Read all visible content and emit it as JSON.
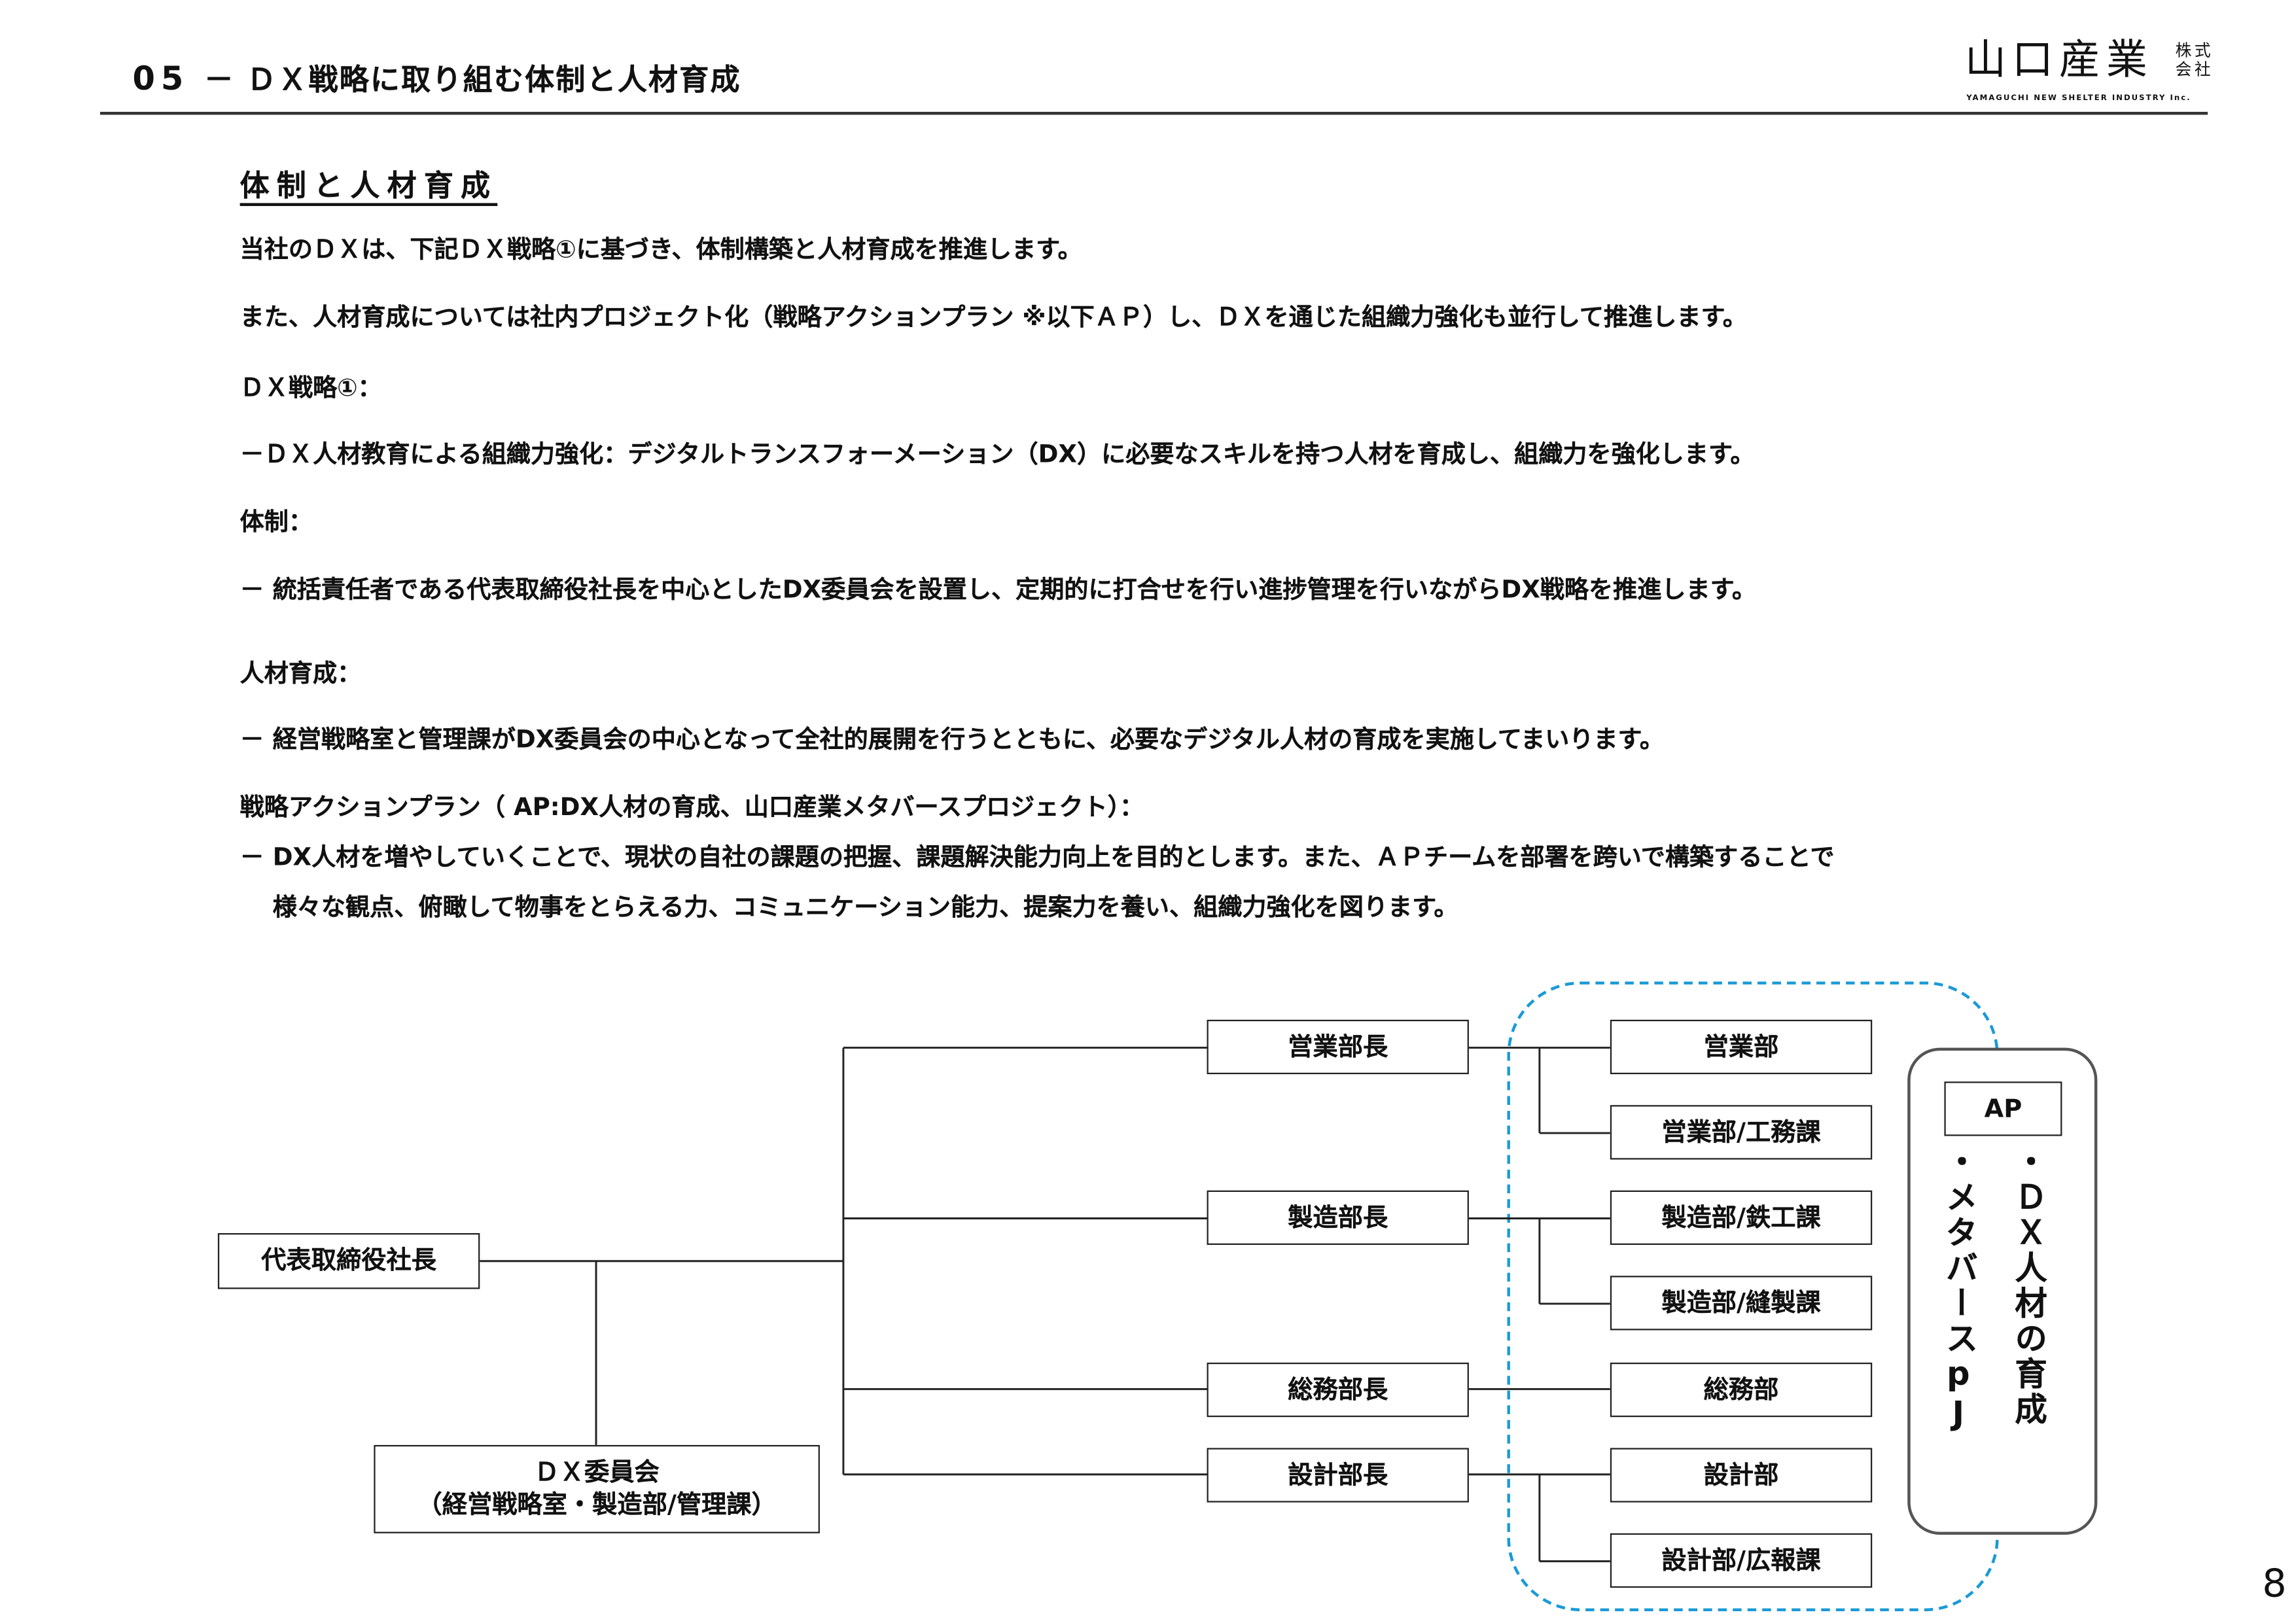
{
  "header": {
    "number": "05",
    "title": "－ ＤＸ戦略に取り組む体制と人材育成"
  },
  "logo": {
    "name": "山口産業",
    "kabushiki": "株式会社",
    "english": "YAMAGUCHI NEW SHELTER INDUSTRY Inc."
  },
  "section_title": "体制と人材育成",
  "body": [
    "当社のＤＸは、下記ＤＸ戦略①に基づき、体制構築と人材育成を推進します。",
    "また、人材育成については社内プロジェクト化（戦略アクションプラン ※以下ＡＰ）し、ＤＸを通じた組織力強化も並行して推進します。",
    "ＤＸ戦略①：",
    "－ＤＸ人材教育による組織力強化：デジタルトランスフォーメーション（DX）に必要なスキルを持つ人材を育成し、組織力を強化します。",
    "体制：",
    "－ 統括責任者である代表取締役社長を中心としたDX委員会を設置し、定期的に打合せを行い進捗管理を行いながらDX戦略を推進します。",
    "人材育成：",
    "－ 経営戦略室と管理課がDX委員会の中心となって全社的展開を行うとともに、必要なデジタル人材の育成を実施してまいります。",
    "戦略アクションプラン（ AP:DX人材の育成、山口産業メタバースプロジェクト）：",
    "－ DX人材を増やしていくことで、現状の自社の課題の把握、課題解決能力向上を目的とします。また、ＡＰチームを部署を跨いで構築することで",
    "　 様々な観点、俯瞰して物事をとらえる力、コミュニケーション能力、提案力を養い、組織力強化を図ります。"
  ],
  "org": {
    "president": "代表取締役社長",
    "committee": {
      "name": "ＤＸ委員会",
      "members": "（経営戦略室・製造部/管理課）"
    },
    "managers": [
      "営業部長",
      "製造部長",
      "総務部長",
      "設計部長"
    ],
    "departments": [
      "営業部",
      "営業部/工務課",
      "製造部/鉄工課",
      "製造部/縫製課",
      "総務部",
      "設計部",
      "設計部/広報課"
    ],
    "ap": {
      "label": "AP",
      "item1": "・ＤＸ人材の育成",
      "item2": "・メタバースpJ"
    },
    "dashed_color": "#1a9ad6"
  },
  "page_number": "8"
}
